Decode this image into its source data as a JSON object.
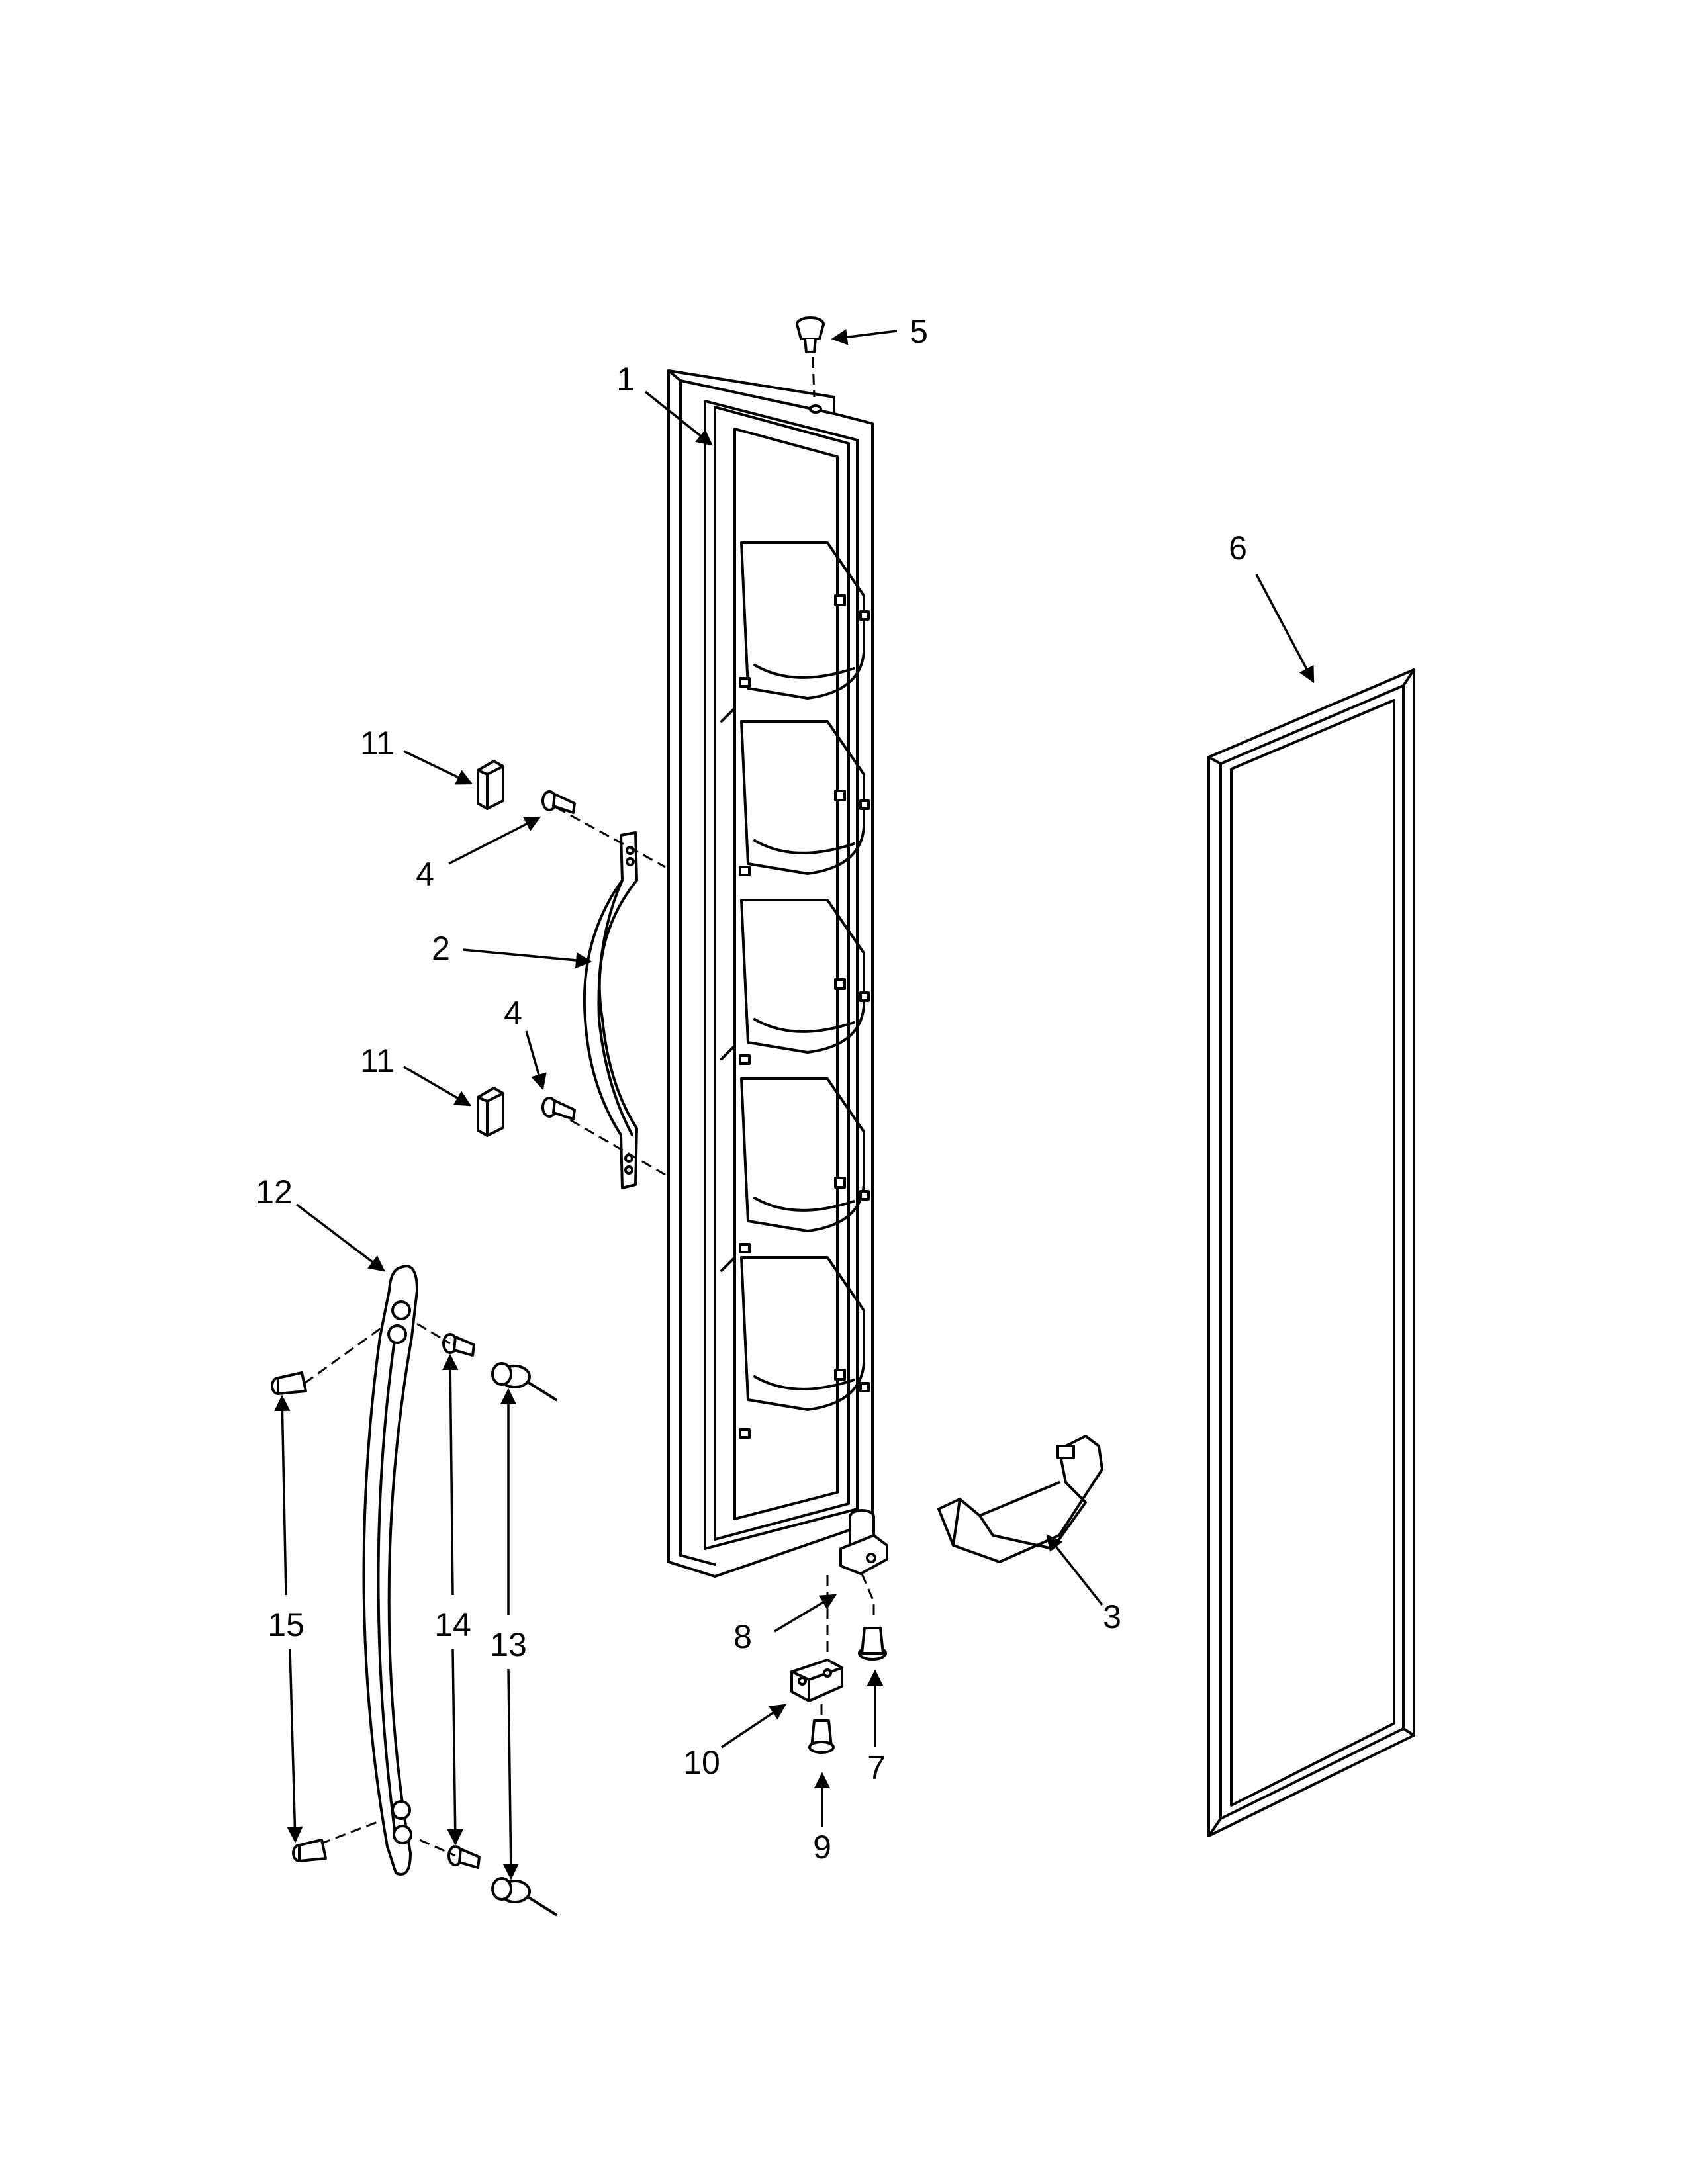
{
  "diagram": {
    "callouts": {
      "c1": "1",
      "c2": "2",
      "c3": "3",
      "c4a": "4",
      "c4b": "4",
      "c5": "5",
      "c6": "6",
      "c7": "7",
      "c8": "8",
      "c9": "9",
      "c10": "10",
      "c11a": "11",
      "c11b": "11",
      "c12": "12",
      "c13": "13",
      "c14": "14",
      "c15": "15"
    }
  }
}
